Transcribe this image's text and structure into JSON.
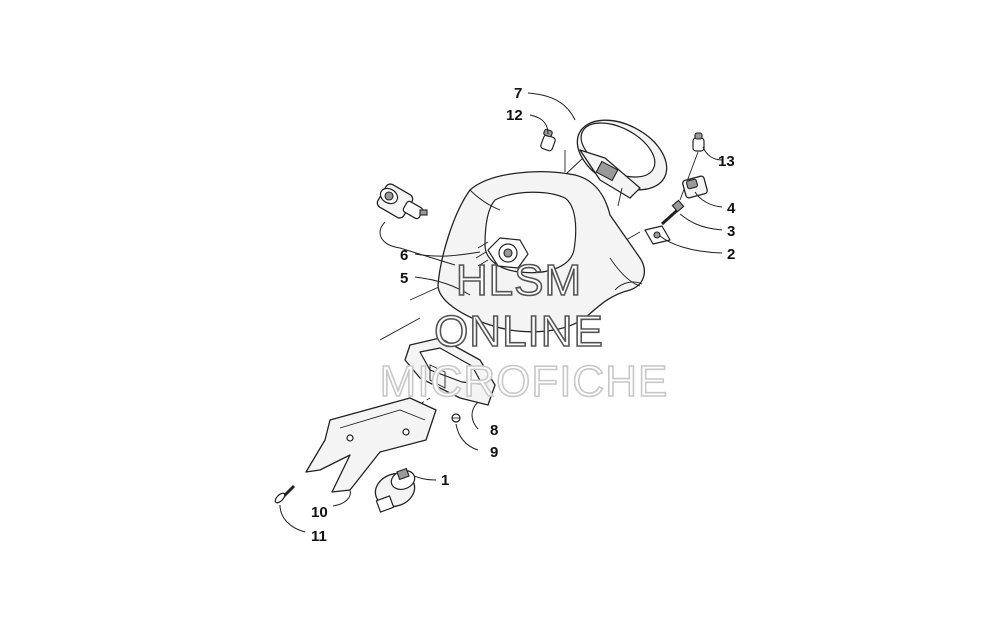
{
  "callouts": {
    "c1": "1",
    "c2": "2",
    "c3": "3",
    "c4": "4",
    "c5": "5",
    "c6": "6",
    "c7": "7",
    "c8": "8",
    "c9": "9",
    "c10": "10",
    "c11": "11",
    "c12": "12",
    "c13": "13"
  },
  "watermark": {
    "line1": "HLSM",
    "line2": "ONLINE",
    "line3": "MICROFICHE"
  }
}
